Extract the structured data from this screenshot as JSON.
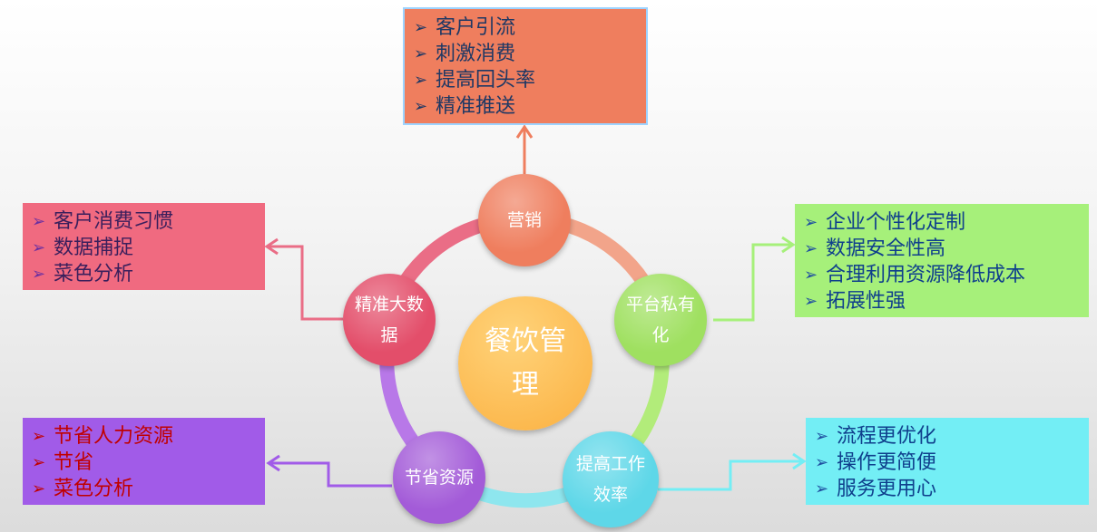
{
  "center": {
    "label": "餐饮管理",
    "color": "#fbb040"
  },
  "nodes": {
    "marketing": {
      "label": "营销",
      "color": "#ef7e5e"
    },
    "platform": {
      "label": "平台私有化",
      "color": "#9fe060"
    },
    "efficiency": {
      "label": "提高工作效率",
      "color": "#5ed7e8"
    },
    "saving": {
      "label": "节省资源",
      "color": "#a35bd8"
    },
    "bigdata": {
      "label": "精准大数据",
      "color": "#e34e6a"
    }
  },
  "boxes": {
    "marketing": {
      "bg": "#ef7e5e",
      "border": "#9dd3ff",
      "text_color": "#1f3864",
      "bullet_color": "#1f3864",
      "items": [
        "客户引流",
        "刺激消费",
        "提高回头率",
        "精准推送"
      ]
    },
    "platform": {
      "bg": "#a6f07a",
      "border": "#a6f07a",
      "text_color": "#0f3f8c",
      "bullet_color": "#1f4fa0",
      "items": [
        "企业个性化定制",
        "数据安全性高",
        "合理利用资源降低成本",
        "拓展性强"
      ]
    },
    "efficiency": {
      "bg": "#73eef5",
      "border": "#73eef5",
      "text_color": "#0f3f8c",
      "bullet_color": "#1f4fa0",
      "items": [
        "流程更优化",
        "操作更简便",
        "服务更用心"
      ]
    },
    "saving": {
      "bg": "#a15be8",
      "border": "#a15be8",
      "text_color": "#c00000",
      "bullet_color": "#c00000",
      "items": [
        "节省人力资源",
        "节省",
        "菜色分析"
      ]
    },
    "bigdata": {
      "bg": "#f06a80",
      "border": "#f06a80",
      "text_color": "#3a1f5c",
      "bullet_color": "#6b2fa0",
      "items": [
        "客户消费习惯",
        "数据捕捉",
        "菜色分析"
      ]
    }
  },
  "ring_colors": {
    "top_right": "#f2a48a",
    "right": "#b2ec7a",
    "bottom": "#8ee6ee",
    "left": "#b878e8",
    "top_left": "#ea6d86"
  },
  "connector_colors": {
    "marketing": "#ef7e5e",
    "platform": "#a6f07a",
    "efficiency": "#73eef5",
    "saving": "#a15be8",
    "bigdata": "#ea6d86"
  }
}
